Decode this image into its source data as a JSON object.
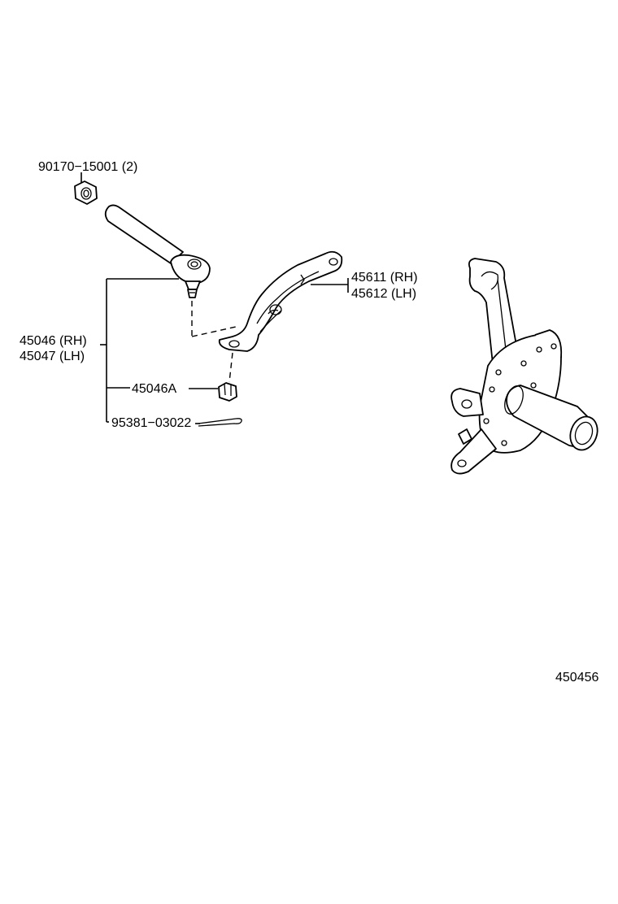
{
  "labels": {
    "nut_top": "90170−15001 (2)",
    "tie_rod_rh": "45046 (RH)",
    "tie_rod_lh": "45047 (LH)",
    "nut_castle": "45046A",
    "cotter_pin": "95381−03022",
    "knuckle_arm_rh": "45611 (RH)",
    "knuckle_arm_lh": "45612 (LH)",
    "figure_id": "450456"
  }
}
